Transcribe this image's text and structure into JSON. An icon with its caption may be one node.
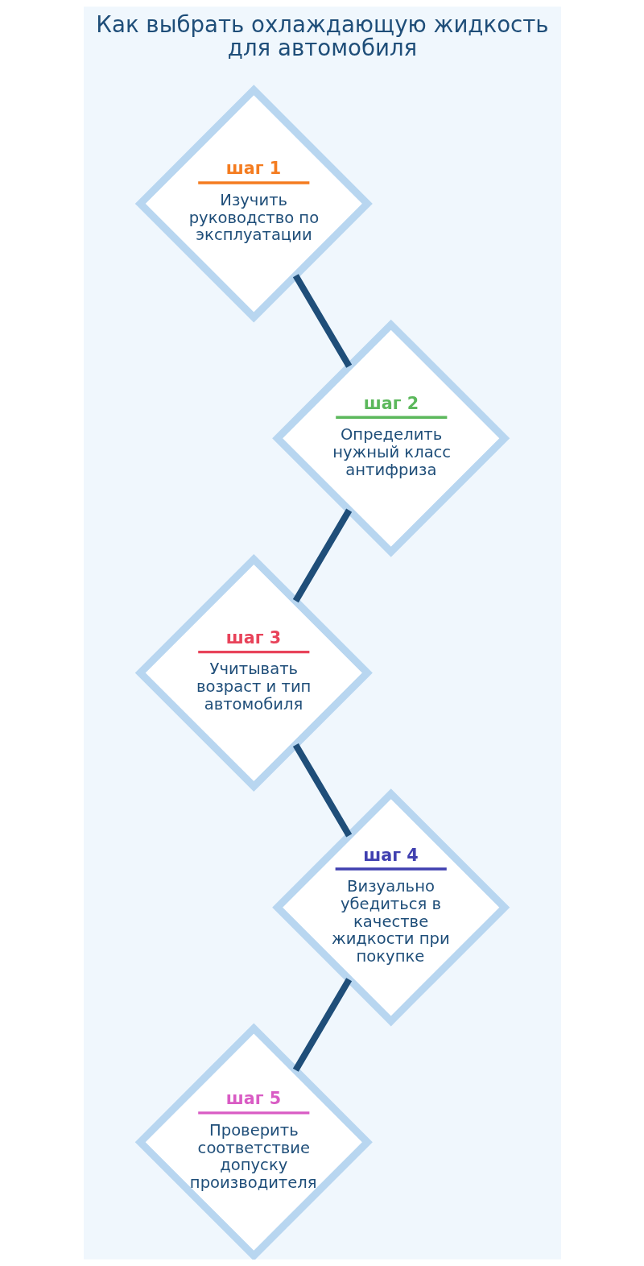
{
  "diagram": {
    "title": "Как выбрать охлаждающую жидкость для автомобиля",
    "nodes": [
      {
        "text": [
          "шаг 1",
          "Изучить руководство по эксплуатации"
        ]
      },
      {
        "text": [
          "шаг 2",
          "Определить нужный класс антифриза"
        ]
      },
      {
        "text": [
          "шаг 3",
          "Учитывать возраст и тип автомобиля"
        ]
      },
      {
        "text": [
          "шаг 4",
          "Визуально убедиться в качестве жидкости при покупке"
        ]
      },
      {
        "text": [
          "шаг 5",
          "Проверить соответствие допуску производителя"
        ]
      }
    ],
    "edges": [
      {
        "from": 0,
        "to": 1,
        "arrow": "none"
      },
      {
        "from": 1,
        "to": 2,
        "arrow": "none"
      },
      {
        "from": 2,
        "to": 3,
        "arrow": "none"
      },
      {
        "from": 3,
        "to": 4,
        "arrow": "none"
      }
    ]
  }
}
